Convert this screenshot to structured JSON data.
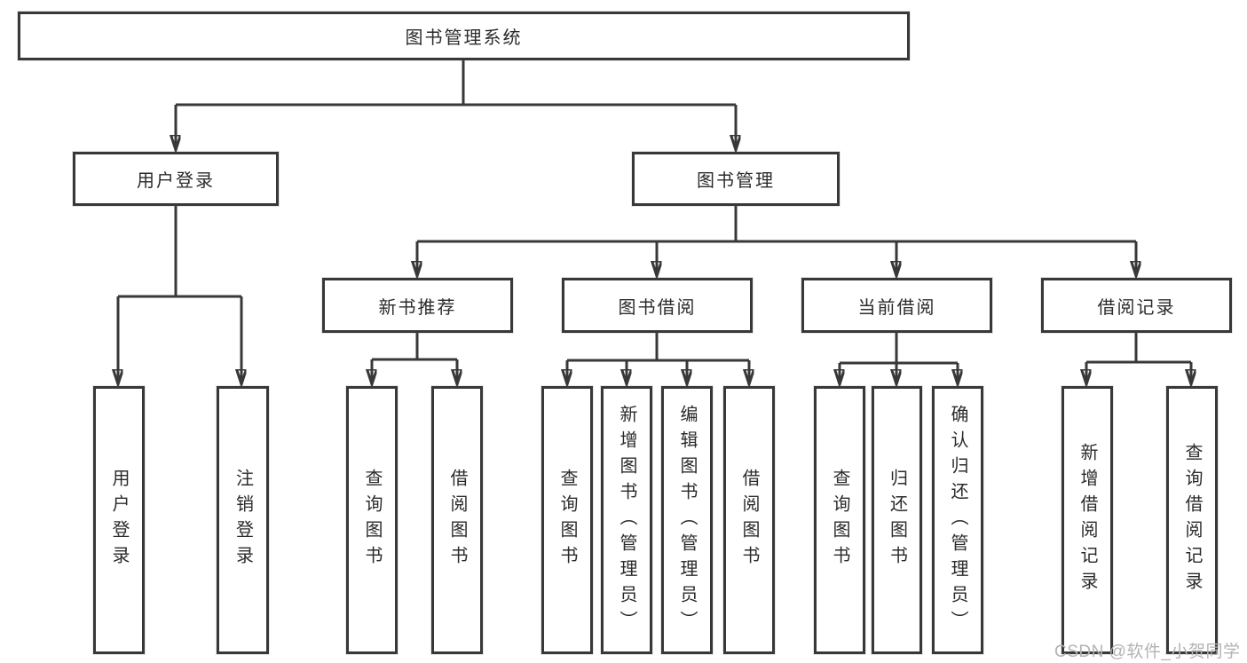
{
  "title": "图书管理系统",
  "watermark": {
    "text": "CSDN @软件_小贺同学"
  },
  "colors": {
    "background": "#ffffff",
    "box_border": "#383838",
    "connector_line": "#383838",
    "text": "#2b2b2b",
    "watermark_text": "#b3b3b7"
  },
  "nodes": {
    "root": {
      "label": "图书管理系统"
    },
    "user_login": {
      "label": "用户登录"
    },
    "book_mgmt": {
      "label": "图书管理"
    },
    "new_book_rec": {
      "label": "新书推荐"
    },
    "book_borrow": {
      "label": "图书借阅"
    },
    "current_borrow": {
      "label": "当前借阅"
    },
    "borrow_record": {
      "label": "借阅记录"
    },
    "ul_login": {
      "label": "用户登录"
    },
    "ul_logout": {
      "label": "注销登录"
    },
    "nb_query": {
      "label": "查询图书"
    },
    "nb_borrow": {
      "label": "借阅图书"
    },
    "bb_query": {
      "label": "查询图书"
    },
    "bb_add": {
      "label": "新增图书（管理员）"
    },
    "bb_edit": {
      "label": "编辑图书（管理员）"
    },
    "bb_borrow": {
      "label": "借阅图书"
    },
    "cb_query": {
      "label": "查询图书"
    },
    "cb_return": {
      "label": "归还图书"
    },
    "cb_confirm": {
      "label": "确认归还（管理员）"
    },
    "br_add": {
      "label": "新增借阅记录"
    },
    "br_query": {
      "label": "查询借阅记录"
    }
  },
  "tree": {
    "图书管理系统": {
      "用户登录": [
        "用户登录",
        "注销登录"
      ],
      "图书管理": {
        "新书推荐": [
          "查询图书",
          "借阅图书"
        ],
        "图书借阅": [
          "查询图书",
          "新增图书（管理员）",
          "编辑图书（管理员）",
          "借阅图书"
        ],
        "当前借阅": [
          "查询图书",
          "归还图书",
          "确认归还（管理员）"
        ],
        "借阅记录": [
          "新增借阅记录",
          "查询借阅记录"
        ]
      }
    }
  }
}
